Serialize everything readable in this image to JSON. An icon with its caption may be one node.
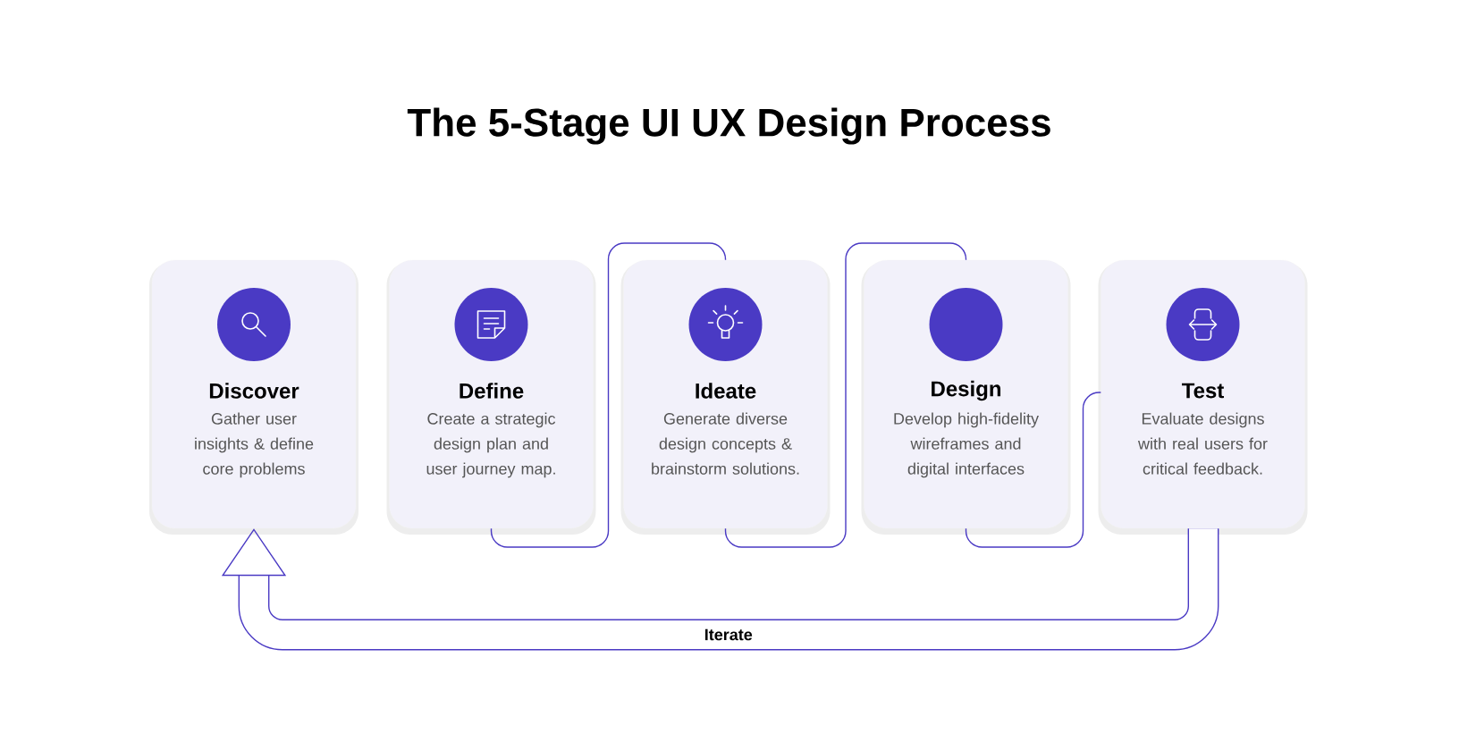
{
  "diagram": {
    "title": "The 5-Stage UI UX Design Process",
    "nodes": [
      {
        "text": [
          "Discover",
          "Gather user insights & define core problems"
        ]
      },
      {
        "text": [
          "Define",
          "Create a strategic design plan and user journey map."
        ]
      },
      {
        "text": [
          "Ideate",
          "Generate diverse design concepts & brainstorm solutions."
        ]
      },
      {
        "text": [
          "Design",
          "Develop high-fidelity wireframes and digital interfaces"
        ]
      },
      {
        "text": [
          "Test",
          "Evaluate designs with real users for critical feedback."
        ]
      }
    ],
    "edges": [
      {
        "from": 1,
        "to": 2,
        "arrow": "none"
      },
      {
        "from": 2,
        "to": 3,
        "arrow": "none"
      },
      {
        "from": 3,
        "to": 4,
        "arrow": "none"
      },
      {
        "from": 4,
        "to": 0,
        "arrow": "to",
        "style": "thick",
        "label": "Iterate"
      }
    ]
  }
}
